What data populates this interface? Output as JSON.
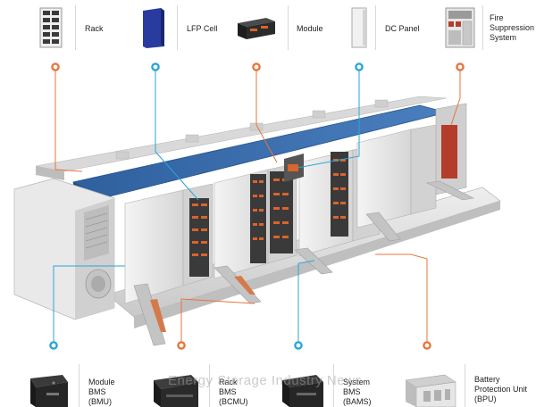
{
  "top_components": [
    {
      "label": "Rack",
      "icon": "rack-icon",
      "marker_color": "#e8743b"
    },
    {
      "label": "LFP Cell",
      "icon": "lfp-cell-icon",
      "marker_color": "#2aa6d6"
    },
    {
      "label": "Module",
      "icon": "module-icon",
      "marker_color": "#e8743b"
    },
    {
      "label": "DC Panel",
      "icon": "dc-panel-icon",
      "marker_color": "#2aa6d6"
    },
    {
      "label": "Fire\nSuppression\nSystem",
      "icon": "fire-suppression-icon",
      "marker_color": "#e8743b"
    }
  ],
  "bottom_components": [
    {
      "label": "Module\nBMS\n(BMU)",
      "icon": "bmu-icon",
      "marker_color": "#2aa6d6"
    },
    {
      "label": "Rack\nBMS\n(BCMU)",
      "icon": "bcmu-icon",
      "marker_color": "#e8743b"
    },
    {
      "label": "System\nBMS\n(BAMS)",
      "icon": "bams-icon",
      "marker_color": "#2aa6d6"
    },
    {
      "label": "Battery\nProtection Unit\n(BPU)",
      "icon": "bpu-icon",
      "marker_color": "#e8743b"
    }
  ],
  "watermark": "Energy Storage Industry News",
  "colors": {
    "orange": "#e8743b",
    "blue": "#2aa6d6",
    "roof": "#3d6fae",
    "container": "#e4e4e4"
  }
}
